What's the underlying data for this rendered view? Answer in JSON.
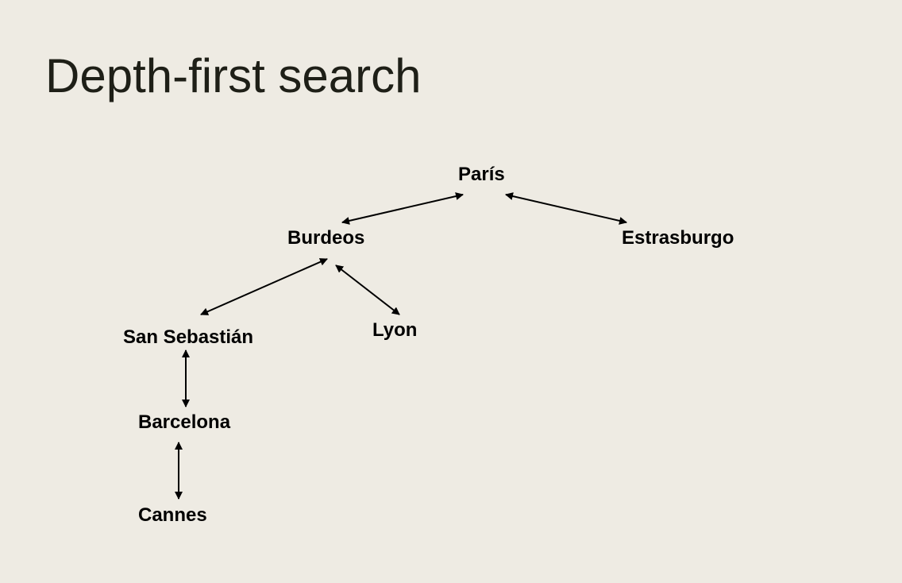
{
  "slide": {
    "title": "Depth-first search",
    "background_color": "#eeebe3",
    "title_color": "#1e1f17"
  },
  "graph": {
    "nodes": {
      "paris": "París",
      "burdeos": "Burdeos",
      "estrasburgo": "Estrasburgo",
      "san_sebastian": "San Sebastián",
      "lyon": "Lyon",
      "barcelona": "Barcelona",
      "cannes": "Cannes"
    },
    "edges": [
      {
        "from": "París",
        "to": "Burdeos",
        "direction": "bidirectional"
      },
      {
        "from": "París",
        "to": "Estrasburgo",
        "direction": "bidirectional"
      },
      {
        "from": "Burdeos",
        "to": "San Sebastián",
        "direction": "bidirectional"
      },
      {
        "from": "Burdeos",
        "to": "Lyon",
        "direction": "bidirectional"
      },
      {
        "from": "San Sebastián",
        "to": "Barcelona",
        "direction": "bidirectional"
      },
      {
        "from": "Barcelona",
        "to": "Cannes",
        "direction": "bidirectional"
      }
    ]
  }
}
